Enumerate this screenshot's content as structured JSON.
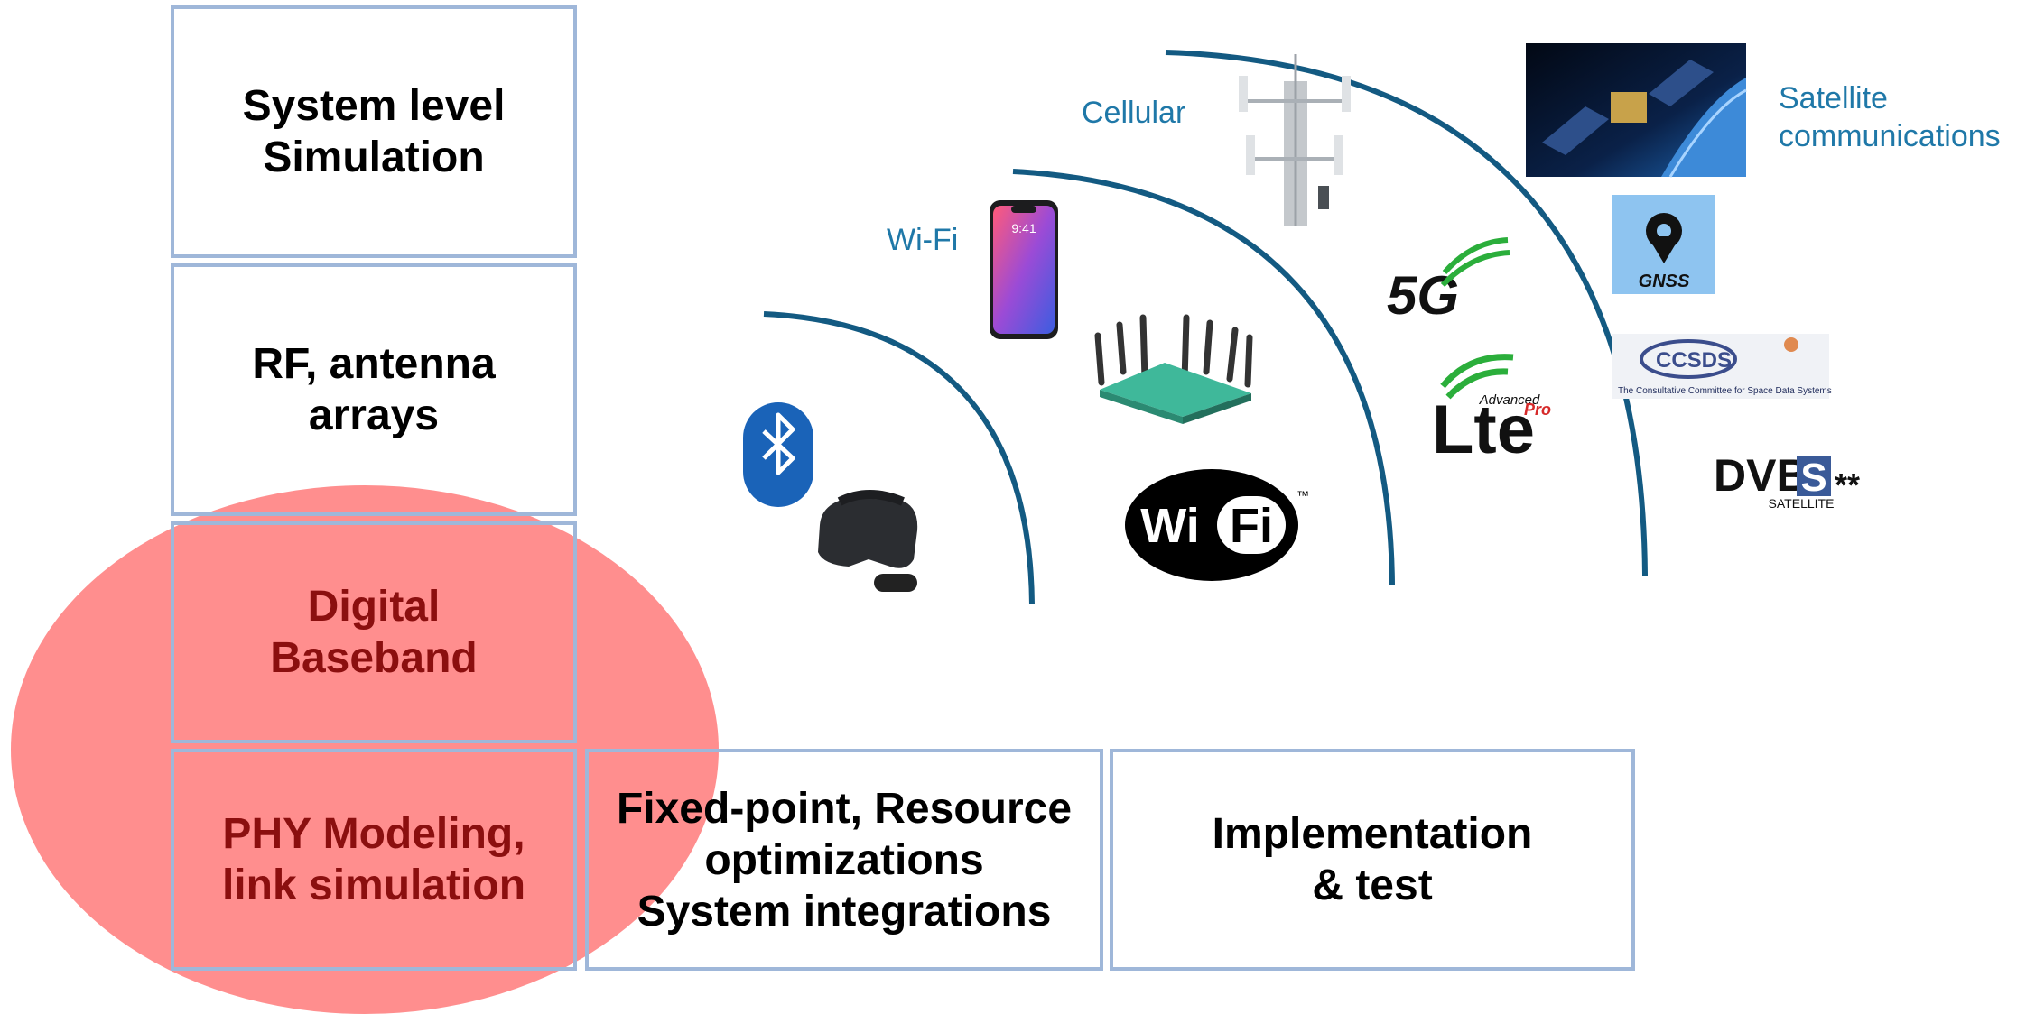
{
  "boxes": {
    "system_level": "System level\nSimulation",
    "rf": "RF, antenna\narrays",
    "baseband": "Digital\nBaseband",
    "phy": "PHY Modeling,\nlink simulation",
    "fixed_point": "Fixed-point, Resource\noptimizations\nSystem integrations",
    "implementation": "Implementation\n& test"
  },
  "labels": {
    "wifi": "Wi-Fi",
    "cellular": "Cellular",
    "satellite": "Satellite\ncommunications"
  },
  "logos": {
    "phone_time": "9:41",
    "fiveg": "5G",
    "lte": "Lte",
    "lte_advanced": "Advanced",
    "lte_pro": "Pro",
    "wifi_wi": "Wi",
    "wifi_fi": "Fi",
    "wifi_tm": "™",
    "gnss": "GNSS",
    "ccsds": "CCSDS",
    "ccsds_sub": "The Consultative Committee for Space Data Systems",
    "dvb": "DVB",
    "dvb_s": "S",
    "dvb_stars": "**",
    "dvb_satellite": "SATELLITE"
  },
  "colors": {
    "arc": "#135a82",
    "label": "#1f78a8",
    "box_border": "#9fb7d9",
    "highlight": "#ff4848"
  }
}
